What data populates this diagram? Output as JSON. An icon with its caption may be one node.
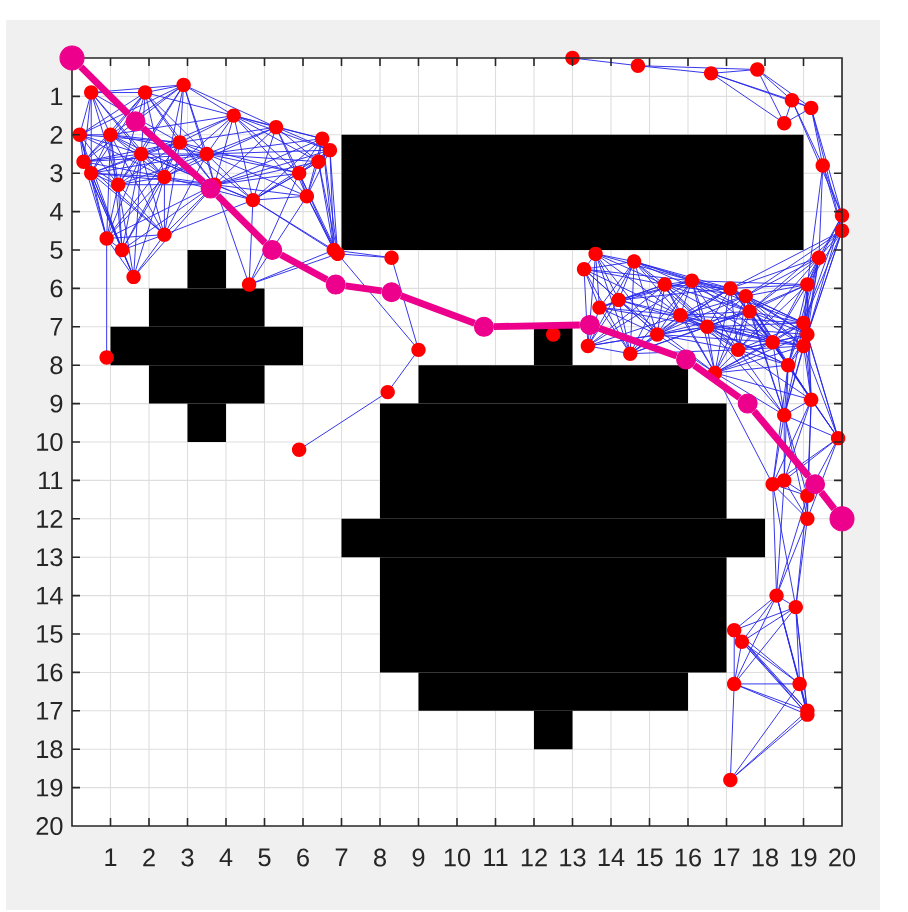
{
  "diagram": {
    "nodes": [
      {
        "text": [],
        "shape": "circle"
      },
      {
        "text": [],
        "shape": "circle"
      },
      {
        "text": [],
        "shape": "circle"
      },
      {
        "text": [],
        "shape": "circle"
      },
      {
        "text": [],
        "shape": "circle"
      },
      {
        "text": [],
        "shape": "circle"
      },
      {
        "text": [],
        "shape": "circle"
      },
      {
        "text": [],
        "shape": "circle"
      },
      {
        "text": [],
        "shape": "circle"
      },
      {
        "text": [],
        "shape": "circle"
      },
      {
        "text": [],
        "shape": "circle"
      },
      {
        "text": [],
        "shape": "circle"
      }
    ],
    "edges": [
      {
        "from": 0,
        "to": 1,
        "arrow": "none"
      },
      {
        "from": 1,
        "to": 2,
        "arrow": "none"
      },
      {
        "from": 2,
        "to": 3,
        "arrow": "none"
      },
      {
        "from": 3,
        "to": 4,
        "arrow": "none"
      },
      {
        "from": 4,
        "to": 5,
        "arrow": "none"
      },
      {
        "from": 5,
        "to": 6,
        "arrow": "none"
      },
      {
        "from": 6,
        "to": 7,
        "arrow": "none"
      },
      {
        "from": 7,
        "to": 8,
        "arrow": "none"
      },
      {
        "from": 8,
        "to": 9,
        "arrow": "none"
      },
      {
        "from": 9,
        "to": 10,
        "arrow": "none"
      },
      {
        "from": 10,
        "to": 11,
        "arrow": "none"
      }
    ],
    "labels": [
      "1",
      "2",
      "3",
      "4",
      "5",
      "6",
      "7",
      "8",
      "9",
      "10",
      "11",
      "12",
      "13",
      "14",
      "15",
      "16",
      "17",
      "18",
      "19",
      "20",
      "1",
      "2",
      "3",
      "4",
      "5",
      "6",
      "7",
      "8",
      "9",
      "10",
      "11",
      "12",
      "13",
      "14",
      "15",
      "16",
      "17",
      "18",
      "19",
      "20"
    ]
  }
}
